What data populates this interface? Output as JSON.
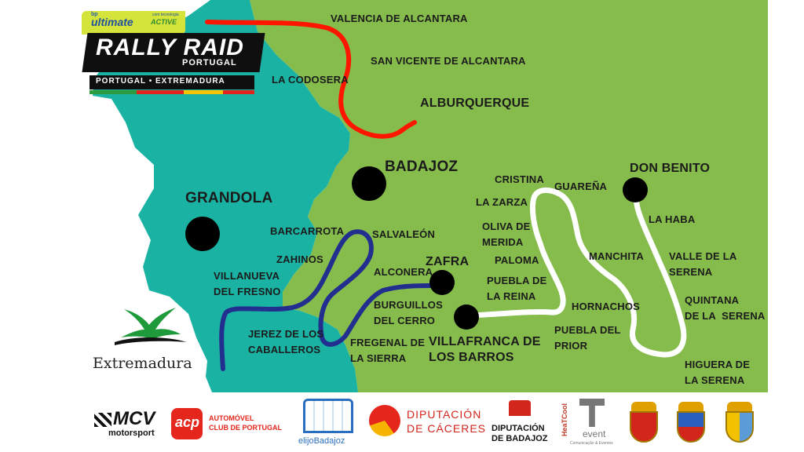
{
  "header": {
    "brand_prefix": "bp",
    "brand": "ultimate",
    "tech_line": "com tecnologia",
    "tech_name": "ACTIVE",
    "title": "RALLY RAID",
    "subtitle": "PORTUGAL",
    "route": "PORTUGAL • EXTREMADURA"
  },
  "region_logo": {
    "label": "Extremadura"
  },
  "map": {
    "colors": {
      "spain_region": "#86bc4c",
      "portugal_region": "#1ab3a3",
      "route_red": "#ff1500",
      "route_blue": "#232f8f",
      "route_white": "#ffffff"
    },
    "cities": {
      "badajoz": "BADAJOZ",
      "grandola": "GRANDOLA",
      "zafra": "ZAFRA",
      "villafranca": "VILLAFRANCA DE\nLOS BARROS",
      "don_benito": "DON BENITO",
      "alburquerque": "ALBURQUERQUE"
    },
    "places": {
      "valencia": "VALENCIA DE ALCANTARA",
      "san_vicente": "SAN VICENTE DE ALCANTARA",
      "la_codosera": "LA CODOSERA",
      "barcarrota": "BARCARROTA",
      "salvaleon": "SALVALEÓN",
      "zahinos": "ZAHINOS",
      "villanueva": "VILLANUEVA\nDEL FRESNO",
      "alconera": "ALCONERA",
      "burguillos": "BURGUILLOS\nDEL CERRO",
      "jerez": "JEREZ DE LOS\nCABALLEROS",
      "fregenal": "FREGENAL DE\nLA SIERRA",
      "cristina": "CRISTINA",
      "la_zarza": "LA ZARZA",
      "oliva": "OLIVA DE\nMERIDA",
      "paloma": "PALOMA",
      "puebla_reina": "PUEBLA DE\nLA REINA",
      "guarena": "GUAREÑA",
      "manchita": "MANCHITA",
      "hornachos": "HORNACHOS",
      "puebla_prior": "PUEBLA DEL\nPRIOR",
      "la_haba": "LA HABA",
      "valle": "VALLE DE LA\nSERENA",
      "quintana": "QUINTANA\nDE LA  SERENA",
      "higuera": "HIGUERA DE\nLA SERENA"
    }
  },
  "sponsors": {
    "mcv_top": "MCV",
    "mcv_bottom": "motorsport",
    "acp_badge": "acp",
    "acp_line1": "AUTOMÓVEL",
    "acp_line2": "CLUB DE PORTUGAL",
    "elijo": "elijoBadajoz",
    "dip_caceres_1": "DIPUTACIÓN",
    "dip_caceres_2": "DE CÁCERES",
    "dip_badajoz_1": "DIPUTACIÓN",
    "dip_badajoz_2": "DE BADAJOZ",
    "heatcool": "HeaTCool",
    "event": "event",
    "event_sub": "Comunicação & Eventos"
  }
}
